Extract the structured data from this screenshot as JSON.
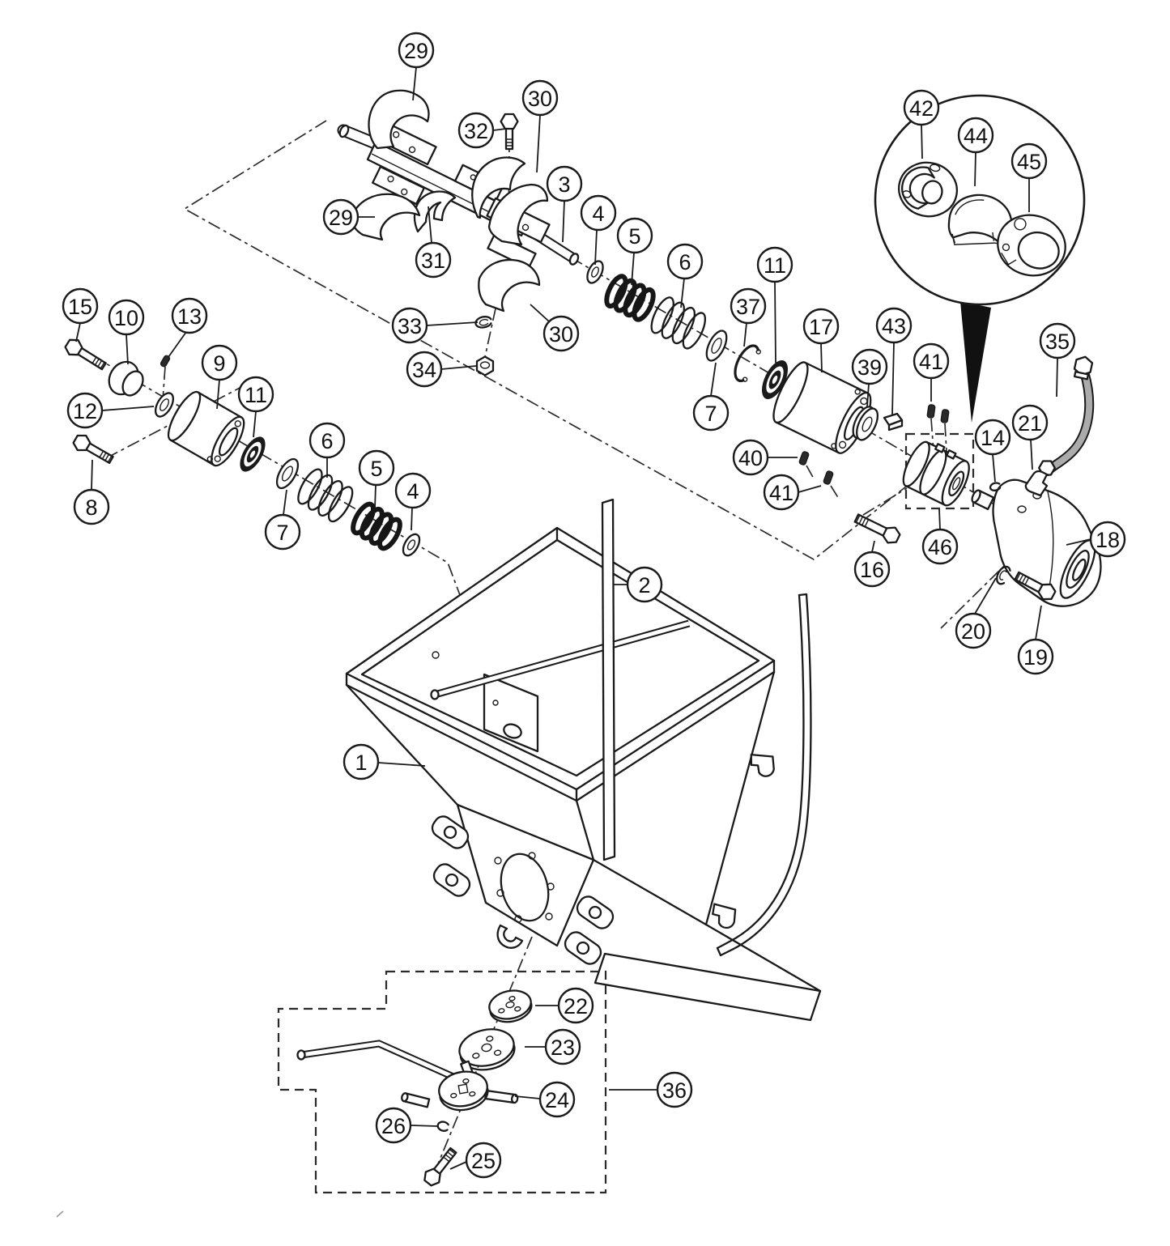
{
  "diagram": {
    "kind": "exploded-parts-diagram",
    "colors": {
      "background": "#ffffff",
      "line": "#1a1a1a",
      "hose": "#ababab",
      "dark_part": "#2a2a2a"
    },
    "callouts": [
      {
        "label": "29"
      },
      {
        "label": "30"
      },
      {
        "label": "32"
      },
      {
        "label": "3"
      },
      {
        "label": "4"
      },
      {
        "label": "5"
      },
      {
        "label": "6"
      },
      {
        "label": "29"
      },
      {
        "label": "31"
      },
      {
        "label": "33"
      },
      {
        "label": "30"
      },
      {
        "label": "34"
      },
      {
        "label": "15"
      },
      {
        "label": "10"
      },
      {
        "label": "13"
      },
      {
        "label": "9"
      },
      {
        "label": "12"
      },
      {
        "label": "11"
      },
      {
        "label": "8"
      },
      {
        "label": "7"
      },
      {
        "label": "6"
      },
      {
        "label": "5"
      },
      {
        "label": "4"
      },
      {
        "label": "11"
      },
      {
        "label": "37"
      },
      {
        "label": "17"
      },
      {
        "label": "43"
      },
      {
        "label": "39"
      },
      {
        "label": "41"
      },
      {
        "label": "35"
      },
      {
        "label": "7"
      },
      {
        "label": "40"
      },
      {
        "label": "41"
      },
      {
        "label": "14"
      },
      {
        "label": "21"
      },
      {
        "label": "16"
      },
      {
        "label": "46"
      },
      {
        "label": "18"
      },
      {
        "label": "20"
      },
      {
        "label": "19"
      },
      {
        "label": "2"
      },
      {
        "label": "1"
      },
      {
        "label": "42"
      },
      {
        "label": "44"
      },
      {
        "label": "45"
      },
      {
        "label": "22"
      },
      {
        "label": "23"
      },
      {
        "label": "24"
      },
      {
        "label": "36"
      },
      {
        "label": "26"
      },
      {
        "label": "25"
      }
    ]
  }
}
